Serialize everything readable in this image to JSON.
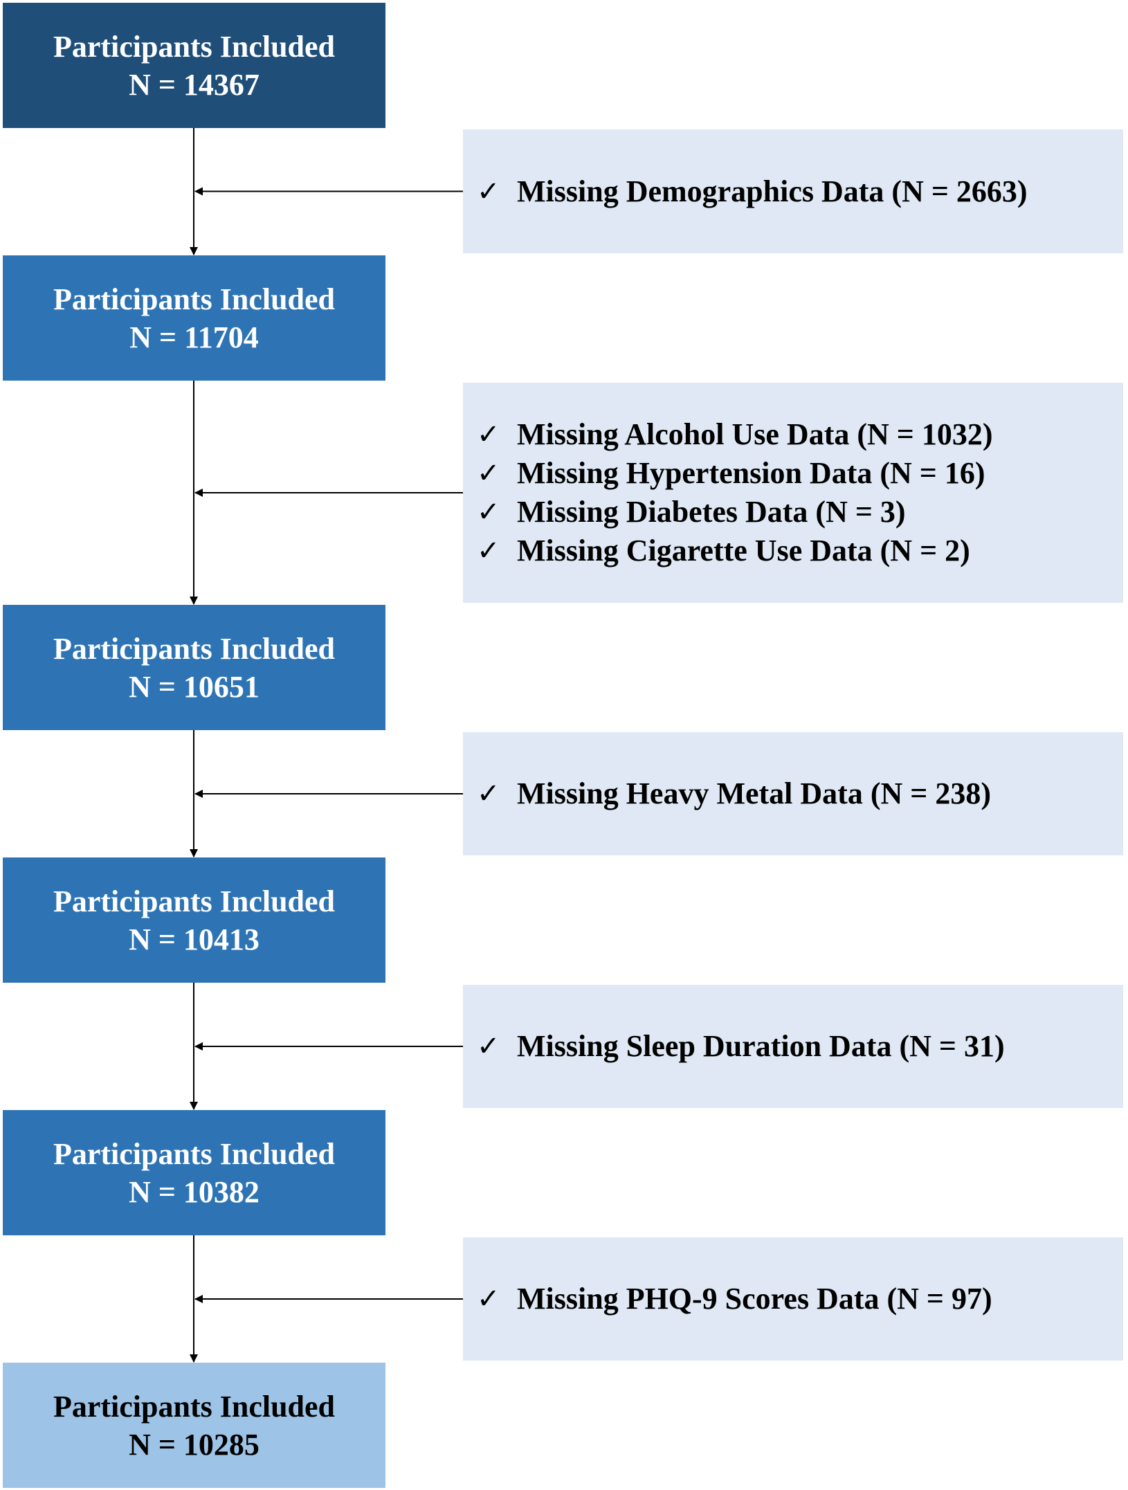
{
  "diagram": {
    "type": "flowchart",
    "included": [
      {
        "title": "Participants Included",
        "count": "N = 14367",
        "fill": "#1f4e79",
        "text_color": "#ffffff"
      },
      {
        "title": "Participants Included",
        "count": "N = 11704",
        "fill": "#2e74b5",
        "text_color": "#ffffff"
      },
      {
        "title": "Participants Included",
        "count": "N = 10651",
        "fill": "#2e74b5",
        "text_color": "#ffffff"
      },
      {
        "title": "Participants Included",
        "count": "N = 10413",
        "fill": "#2e74b5",
        "text_color": "#ffffff"
      },
      {
        "title": "Participants Included",
        "count": "N = 10382",
        "fill": "#2e74b5",
        "text_color": "#ffffff"
      },
      {
        "title": "Participants Included",
        "count": "N = 10285",
        "fill": "#9dc3e6",
        "text_color": "#000000"
      }
    ],
    "exclusions": [
      {
        "items": [
          "Missing Demographics Data (N = 2663)"
        ]
      },
      {
        "items": [
          "Missing Alcohol Use Data (N = 1032)",
          "Missing Hypertension Data (N = 16)",
          "Missing Diabetes Data (N = 3)",
          "Missing Cigarette Use Data (N = 2)"
        ]
      },
      {
        "items": [
          "Missing Heavy Metal Data (N = 238)"
        ]
      },
      {
        "items": [
          "Missing Sleep Duration Data (N = 31)"
        ]
      },
      {
        "items": [
          "Missing PHQ-9 Scores Data (N = 97)"
        ]
      }
    ],
    "check_glyph": "✓",
    "exclusion_fill": "#dfe8f4",
    "line_color": "#000000",
    "check-icon": "check-icon"
  }
}
